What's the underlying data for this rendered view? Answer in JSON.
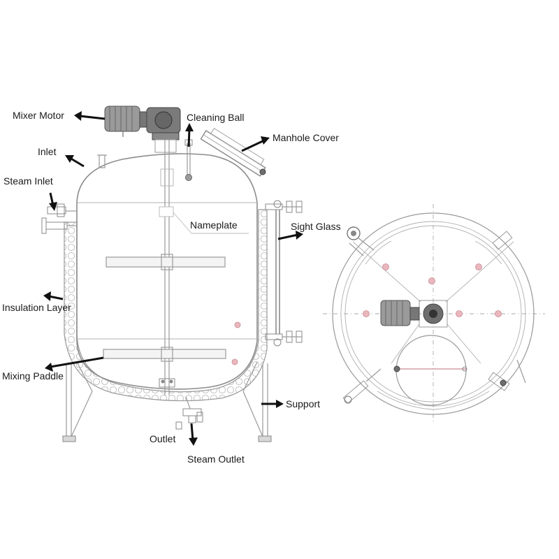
{
  "labels": {
    "mixer_motor": "Mixer Motor",
    "inlet": "Inlet",
    "steam_inlet": "Steam Inlet",
    "insulation_layer": "Insulation Layer",
    "mixing_paddle": "Mixing Paddle",
    "cleaning_ball": "Cleaning Ball",
    "manhole_cover": "Manhole Cover",
    "nameplate": "Nameplate",
    "sight_glass": "Sight Glass",
    "support": "Support",
    "outlet": "Outlet",
    "steam_outlet": "Steam Outlet"
  },
  "colors": {
    "line": "#9a9a9a",
    "arrow": "#111111",
    "nozzle_dot": "#e9b7bd"
  }
}
